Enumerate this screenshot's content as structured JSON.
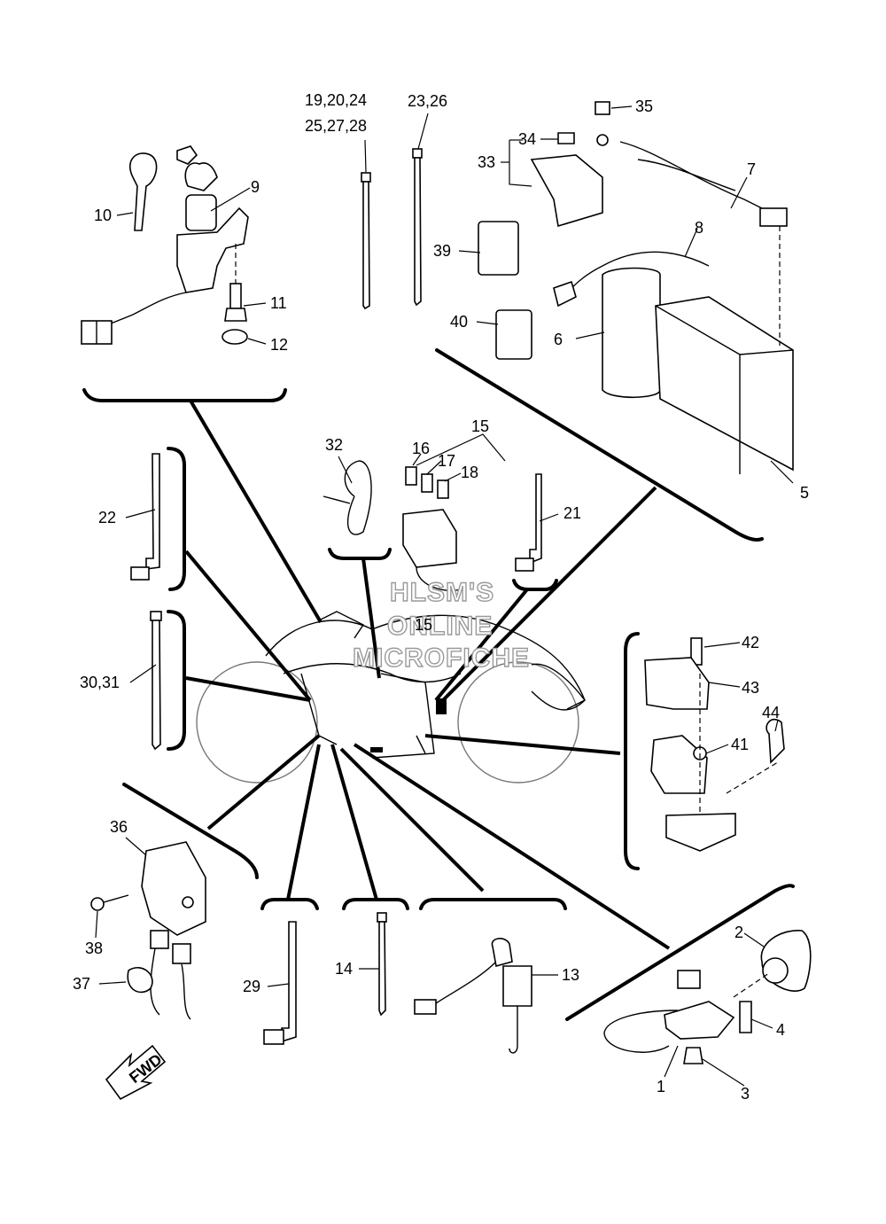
{
  "callouts": [
    {
      "id": "1",
      "text": "1"
    },
    {
      "id": "2",
      "text": "2"
    },
    {
      "id": "3",
      "text": "3"
    },
    {
      "id": "4",
      "text": "4"
    },
    {
      "id": "5",
      "text": "5"
    },
    {
      "id": "6",
      "text": "6"
    },
    {
      "id": "7",
      "text": "7"
    },
    {
      "id": "8",
      "text": "8"
    },
    {
      "id": "9",
      "text": "9"
    },
    {
      "id": "10",
      "text": "10"
    },
    {
      "id": "11",
      "text": "11"
    },
    {
      "id": "12",
      "text": "12"
    },
    {
      "id": "13",
      "text": "13"
    },
    {
      "id": "14",
      "text": "14"
    },
    {
      "id": "15a",
      "text": "15"
    },
    {
      "id": "15b",
      "text": "15"
    },
    {
      "id": "16",
      "text": "16"
    },
    {
      "id": "17",
      "text": "17"
    },
    {
      "id": "18",
      "text": "18"
    },
    {
      "id": "19",
      "text": "19,20,24"
    },
    {
      "id": "25",
      "text": "25,27,28"
    },
    {
      "id": "21",
      "text": "21"
    },
    {
      "id": "22",
      "text": "22"
    },
    {
      "id": "23",
      "text": "23,26"
    },
    {
      "id": "29",
      "text": "29"
    },
    {
      "id": "30",
      "text": "30,31"
    },
    {
      "id": "32",
      "text": "32"
    },
    {
      "id": "33",
      "text": "33"
    },
    {
      "id": "34",
      "text": "34"
    },
    {
      "id": "35",
      "text": "35"
    },
    {
      "id": "36",
      "text": "36"
    },
    {
      "id": "37",
      "text": "37"
    },
    {
      "id": "38",
      "text": "38"
    },
    {
      "id": "39",
      "text": "39"
    },
    {
      "id": "40",
      "text": "40"
    },
    {
      "id": "41",
      "text": "41"
    },
    {
      "id": "42",
      "text": "42"
    },
    {
      "id": "43",
      "text": "43"
    },
    {
      "id": "44",
      "text": "44"
    }
  ],
  "watermark": {
    "line1": "HLSM'S",
    "line2": "ONLINE",
    "line3": "MICROFICHE"
  },
  "fwd_label": "FWD"
}
